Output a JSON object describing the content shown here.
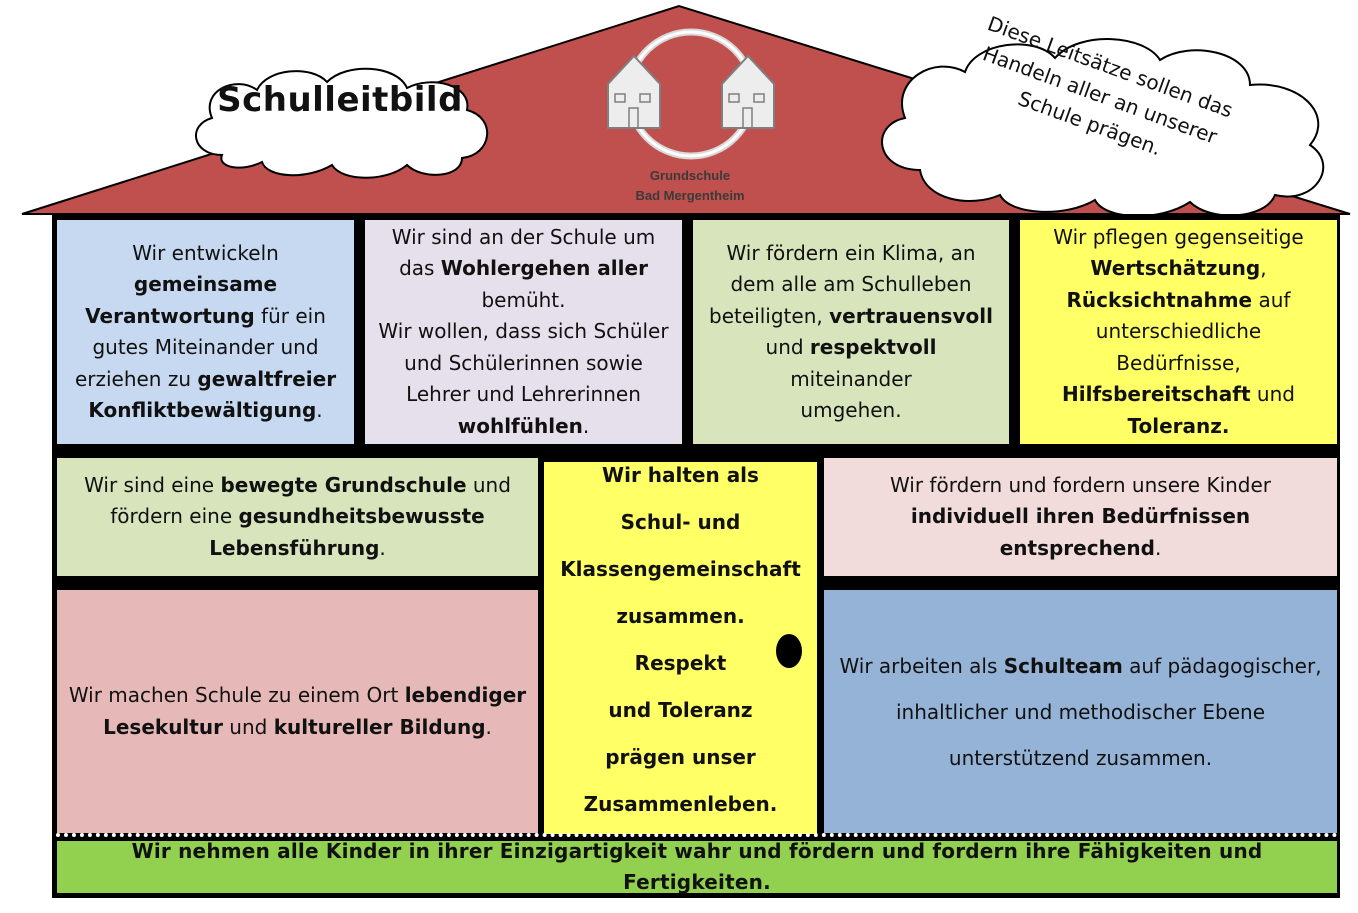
{
  "title": "Schulleitbild",
  "motto_lines": [
    "Diese Leitsätze sollen das",
    "Handeln aller an unserer",
    "Schule prägen."
  ],
  "logo": {
    "line1": "Grundschule",
    "line2": "Bad Mergentheim"
  },
  "colors": {
    "roof": "#c0504d",
    "blue": "#c6d9f1",
    "lilac": "#e5e0ec",
    "sage": "#d7e4bc",
    "yellow": "#ffff66",
    "door": "#ffff66",
    "pink_light": "#f2dcdb",
    "pink": "#e6b9b8",
    "steel_blue": "#95b3d7",
    "green": "#92d050"
  },
  "boxes": {
    "verantwortung": [
      "Wir entwickeln",
      "gemeinsame",
      "Verantwortung",
      " für ein",
      "gutes Miteinander und",
      "erziehen zu ",
      "gewaltfreier",
      "Konfliktbewältigung",
      "."
    ],
    "wohlergehen": [
      "Wir sind an der Schule um",
      "das ",
      "Wohlergehen aller",
      "bemüht.",
      "Wir wollen, dass sich Schüler",
      "und Schülerinnen sowie",
      "Lehrer und Lehrerinnen",
      "wohlfühlen",
      "."
    ],
    "klima": [
      "Wir fördern ein Klima, an",
      "dem alle am Schulleben",
      "beteiligten, ",
      "vertrauensvoll",
      "und ",
      "respektvoll",
      " miteinander",
      "umgehen."
    ],
    "wertschaetzung": [
      "Wir pflegen gegenseitige",
      "Wertschätzung",
      ",",
      "Rücksichtnahme",
      " auf",
      "unterschiedliche",
      "Bedürfnisse,",
      "Hilfsbereitschaft",
      " und",
      "Toleranz."
    ],
    "bewegt": [
      "Wir sind eine ",
      "bewegte Grundschule",
      " und",
      "fördern eine ",
      "gesundheitsbewusste",
      "Lebensführung",
      "."
    ],
    "door": [
      "Wir halten als",
      "Schul- und",
      "Klassengemeinschaft",
      "zusammen.",
      "Respekt",
      "und Toleranz",
      "prägen unser",
      "Zusammenleben."
    ],
    "individuell": [
      "Wir fördern und fordern unsere Kinder",
      "individuell ihren Bedürfnissen entsprechend",
      "."
    ],
    "lesekultur": [
      "Wir machen Schule zu einem Ort ",
      "lebendiger",
      "Lesekultur",
      " und ",
      "kultureller Bildung",
      "."
    ],
    "schulteam": [
      "Wir arbeiten als ",
      "Schulteam",
      " auf pädagogischer,",
      "inhaltlicher und methodischer Ebene",
      "unterstützend zusammen."
    ],
    "basis": "Wir nehmen alle Kinder in ihrer Einzigartigkeit wahr und fördern und fordern ihre Fähigkeiten und Fertigkeiten."
  }
}
